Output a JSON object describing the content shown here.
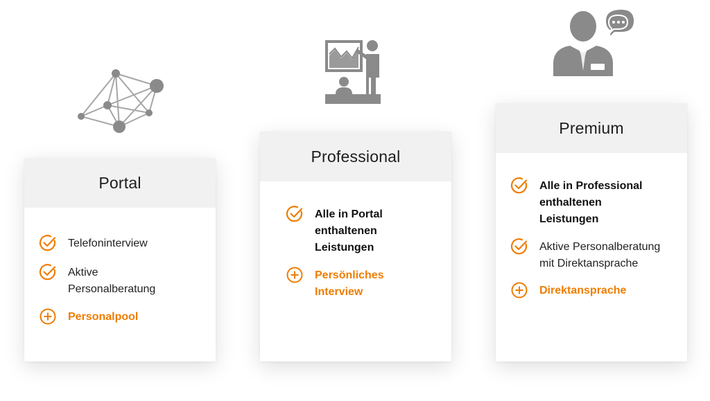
{
  "colors": {
    "accent": "#ef7d00",
    "icon_gray": "#8a8a8a",
    "header_bg": "#f1f1f1"
  },
  "cards": [
    {
      "title": "Portal",
      "illustration": "network-icon",
      "features": [
        {
          "icon": "check-circle-icon",
          "style": "normal",
          "text": "Telefoninterview"
        },
        {
          "icon": "check-circle-icon",
          "style": "normal",
          "text": "Aktive Personalberatung"
        },
        {
          "icon": "plus-circle-icon",
          "style": "accent",
          "text": "Personalpool"
        }
      ]
    },
    {
      "title": "Professional",
      "illustration": "presentation-icon",
      "features": [
        {
          "icon": "check-circle-icon",
          "style": "bold",
          "text": "Alle in Portal enthaltenen Leistungen"
        },
        {
          "icon": "plus-circle-icon",
          "style": "accent",
          "text": "Persönliches Interview"
        }
      ]
    },
    {
      "title": "Premium",
      "illustration": "consultant-chat-icon",
      "features": [
        {
          "icon": "check-circle-icon",
          "style": "bold",
          "text": "Alle in Professional enthaltenen Leistungen"
        },
        {
          "icon": "check-circle-icon",
          "style": "normal",
          "text": "Aktive Personalberatung mit Direktansprache"
        },
        {
          "icon": "plus-circle-icon",
          "style": "accent",
          "text": "Direktansprache"
        }
      ]
    }
  ]
}
